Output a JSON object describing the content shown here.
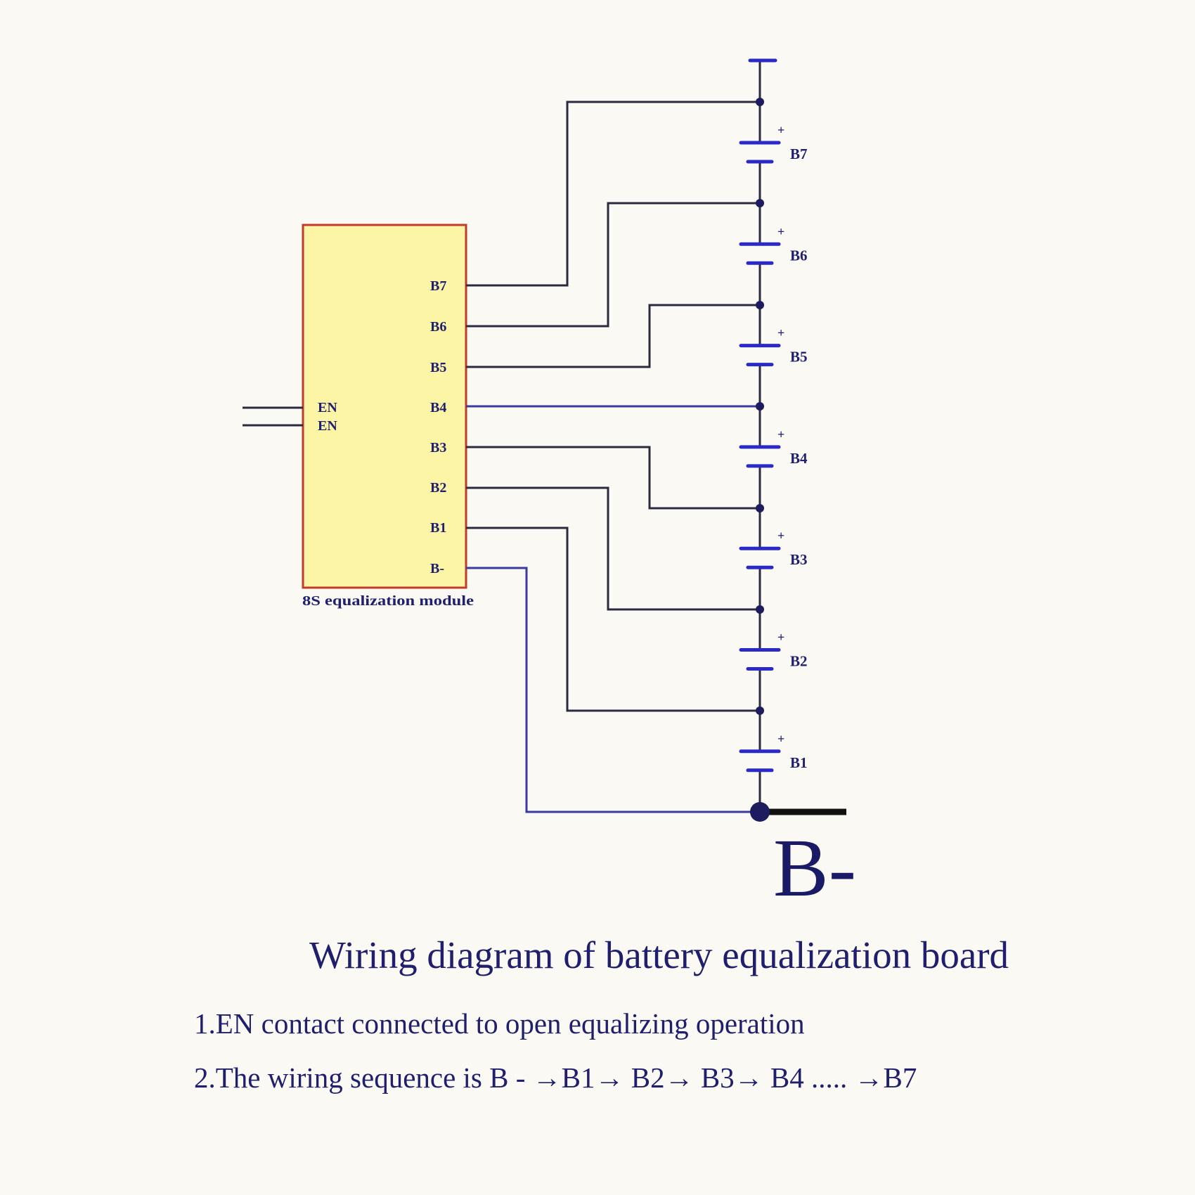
{
  "module": {
    "name": "8S equalization module",
    "en_pins": [
      "EN",
      "EN"
    ],
    "pins": [
      "B7",
      "B6",
      "B5",
      "B4",
      "B3",
      "B2",
      "B1",
      "B-"
    ]
  },
  "cells": [
    {
      "label": "B7",
      "polarity": "+"
    },
    {
      "label": "B6",
      "polarity": "+"
    },
    {
      "label": "B5",
      "polarity": "+"
    },
    {
      "label": "B4",
      "polarity": "+"
    },
    {
      "label": "B3",
      "polarity": "+"
    },
    {
      "label": "B2",
      "polarity": "+"
    },
    {
      "label": "B1",
      "polarity": "+"
    }
  ],
  "terminal_label": "B-",
  "title": "Wiring diagram of battery equalization board",
  "notes": [
    "1.EN contact connected to open equalizing operation",
    "2.The wiring sequence is B - →B1→ B2→ B3→ B4  ..... →B7"
  ],
  "colors": {
    "background": "#fbf9f3",
    "module_fill": "#fdf5a6",
    "module_border": "#c23a2a",
    "wire": "#2b2b40",
    "plate": "#2a2ac8",
    "text": "#1f1f6e"
  }
}
